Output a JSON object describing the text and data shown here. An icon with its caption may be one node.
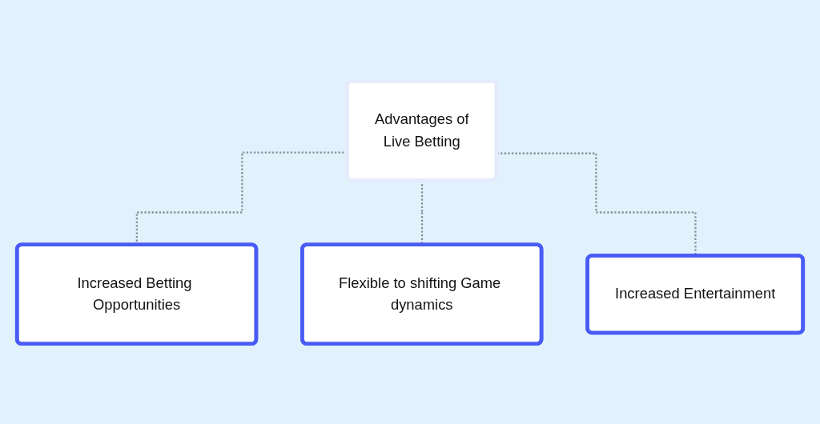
{
  "diagram": {
    "nodes": [
      {
        "text": [
          "Advantages of",
          "Live Betting"
        ]
      },
      {
        "text": [
          "Increased Betting Opportunities"
        ]
      },
      {
        "text": [
          "Flexible to shifting Game dynamics"
        ]
      },
      {
        "text": [
          "Increased Entertainment"
        ]
      }
    ],
    "edges": [
      {
        "from": 0,
        "to": 1,
        "arrow": "none",
        "style": "dashed"
      },
      {
        "from": 0,
        "to": 2,
        "arrow": "none",
        "style": "dashed"
      },
      {
        "from": 0,
        "to": 3,
        "arrow": "none",
        "style": "dashed"
      }
    ]
  }
}
